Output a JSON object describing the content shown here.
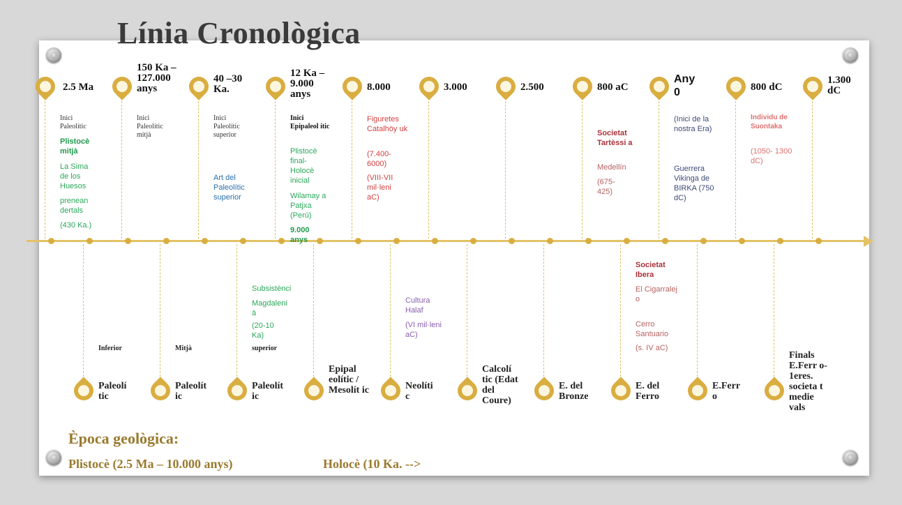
{
  "title": "Línia Cronològica",
  "years": [
    "2.5 Ma",
    "150 Ka – 127.000 anys",
    "40 –30 Ka.",
    "12 Ka – 9.000 anys",
    "8.000",
    "3.000",
    "2.500",
    "800 aC",
    "Any 0",
    "800 dC",
    "1.300 dC"
  ],
  "top": {
    "c1": {
      "a": "Inici Paleolític",
      "b": "Plistocè mitjà",
      "c": "La Sima de los Huesos",
      "d": "prenean dertals",
      "e": "(430 Ka.)"
    },
    "c2": {
      "a": "Inici Paleolític mitjà"
    },
    "c3": {
      "a": "Inici Paleolític superior",
      "b": "Art del Paleolític superior"
    },
    "c4": {
      "a": "Inici Epipaleol ític",
      "b": "Plistocè final- Holocè inicial",
      "c": "Wilamay a Patjxa (Perú)",
      "d": "9.000 anys"
    },
    "c5": {
      "a": "Figuretes Catalhöy uk",
      "b": "(7.400- 6000)",
      "c": "(VIII-VII mil·leni aC)"
    },
    "c8": {
      "a": "Societat Tartèssi a",
      "b": "Medellín",
      "c": "(675- 425)"
    },
    "c9": {
      "a": "(Inici de la nostra Era)",
      "b": "Guerrera Vikinga de BIRKA (750 dC)"
    },
    "c10": {
      "a": "Individu de Suontaka",
      "b": "(1050- 1300 dC)"
    }
  },
  "bottom": {
    "inferior": "Inferior",
    "mitja": "Mitjà",
    "superior": "superior",
    "magd": {
      "a": "Subsistènci",
      "b": "Magdaleni à",
      "c": " (20-10 Ka)"
    },
    "halaf": {
      "a": "Cultura Halaf",
      "b": "(VI mil·leni aC)"
    },
    "ibera": {
      "a": "Societat Ibera",
      "b": "El Cigarralej o",
      "c": "Cerro Santuario",
      "d": "(s. IV aC)"
    },
    "periods": [
      "Paleolí tic",
      "Paleolít ic",
      "Paleolít ic",
      "Epipal eolític / Mesolít ic",
      "Neolíti c",
      "Calcolí tic (Edat del Coure)",
      "E. del Bronze",
      "E. del Ferro",
      "E.Ferr o",
      "Finals E.Ferr o- 1eres. societa t medie vals"
    ]
  },
  "epoch": {
    "label": "Època geològica:",
    "plistoce": "Plistocè (2.5 Ma – 10.000 anys)",
    "holoce": "Holocè (10 Ka. -->"
  }
}
